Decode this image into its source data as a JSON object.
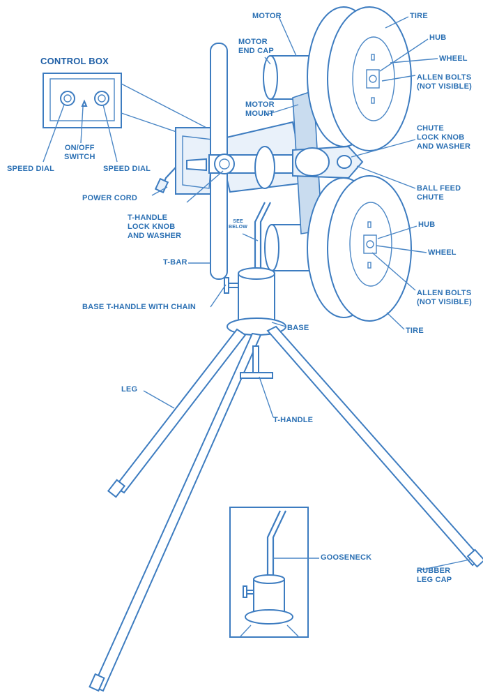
{
  "labels": {
    "control_box": "CONTROL BOX",
    "speed_dial_left": "SPEED DIAL",
    "on_off_switch": "ON/OFF\nSWITCH",
    "speed_dial_right": "SPEED DIAL",
    "power_cord": "POWER CORD",
    "t_handle_lock": "T-HANDLE\nLOCK KNOB\nAND WASHER",
    "t_bar": "T-BAR",
    "see_below": "SEE\nBELOW",
    "base_t_handle": "BASE T-HANDLE WITH CHAIN",
    "base": "BASE",
    "leg": "LEG",
    "t_handle": "T-HANDLE",
    "motor": "MOTOR",
    "motor_end_cap": "MOTOR\nEND CAP",
    "motor_mount": "MOTOR\nMOUNT",
    "tire_top": "TIRE",
    "hub_top": "HUB",
    "wheel_top": "WHEEL",
    "allen_top": "ALLEN BOLTS\n(NOT VISIBLE)",
    "chute_lock": "CHUTE\nLOCK KNOB\nAND WASHER",
    "ball_feed": "BALL FEED\nCHUTE",
    "hub_bottom": "HUB",
    "wheel_bottom": "WHEEL",
    "allen_bottom": "ALLEN BOLTS\n(NOT VISIBLE)",
    "tire_bottom": "TIRE",
    "gooseneck": "GOOSENECK",
    "rubber_leg_cap": "RUBBER\nLEG CAP"
  },
  "colors": {
    "line": "#3d7cc0",
    "text": "#2a6fb3",
    "fill": "#e9f1fa"
  }
}
